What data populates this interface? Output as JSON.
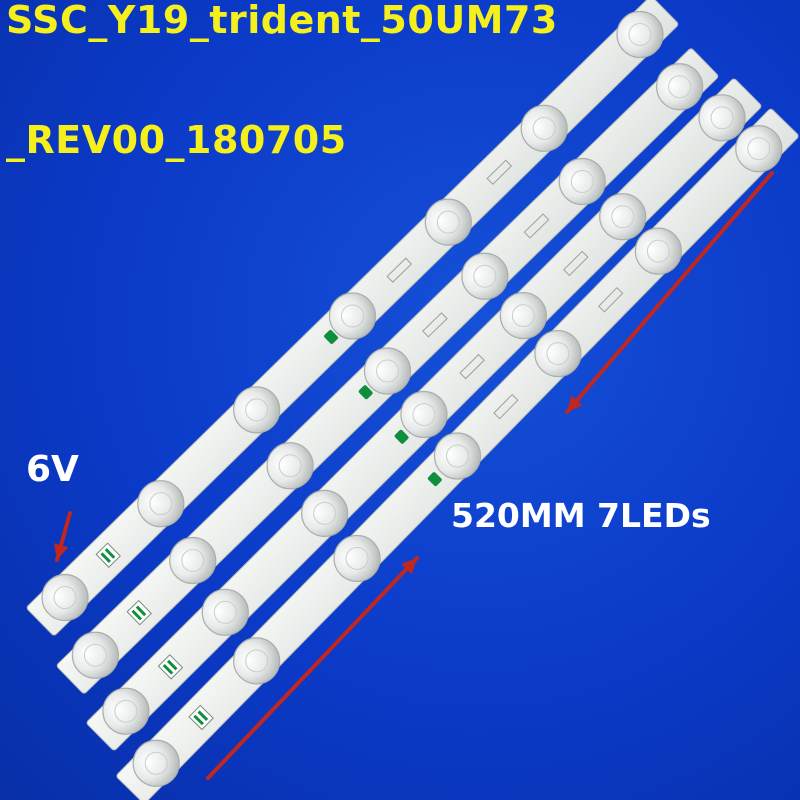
{
  "product": {
    "model_line1": "SSC_Y19_trident_50UM73",
    "model_line2": "_REV00_180705",
    "voltage_label": "6V",
    "spec_label": "520MM 7LEDs"
  },
  "strips": [
    {
      "id": 1,
      "led_count": 7
    },
    {
      "id": 2,
      "led_count": 7
    },
    {
      "id": 3,
      "led_count": 7
    },
    {
      "id": 4,
      "led_count": 7
    }
  ],
  "colors": {
    "background": "#0b3ac8",
    "title_text": "#f5ef1c",
    "label_text": "#ffffff",
    "arrow": "#c1271f",
    "strip_body": "#ecefec",
    "connector_pad": "#0f8f3e"
  }
}
